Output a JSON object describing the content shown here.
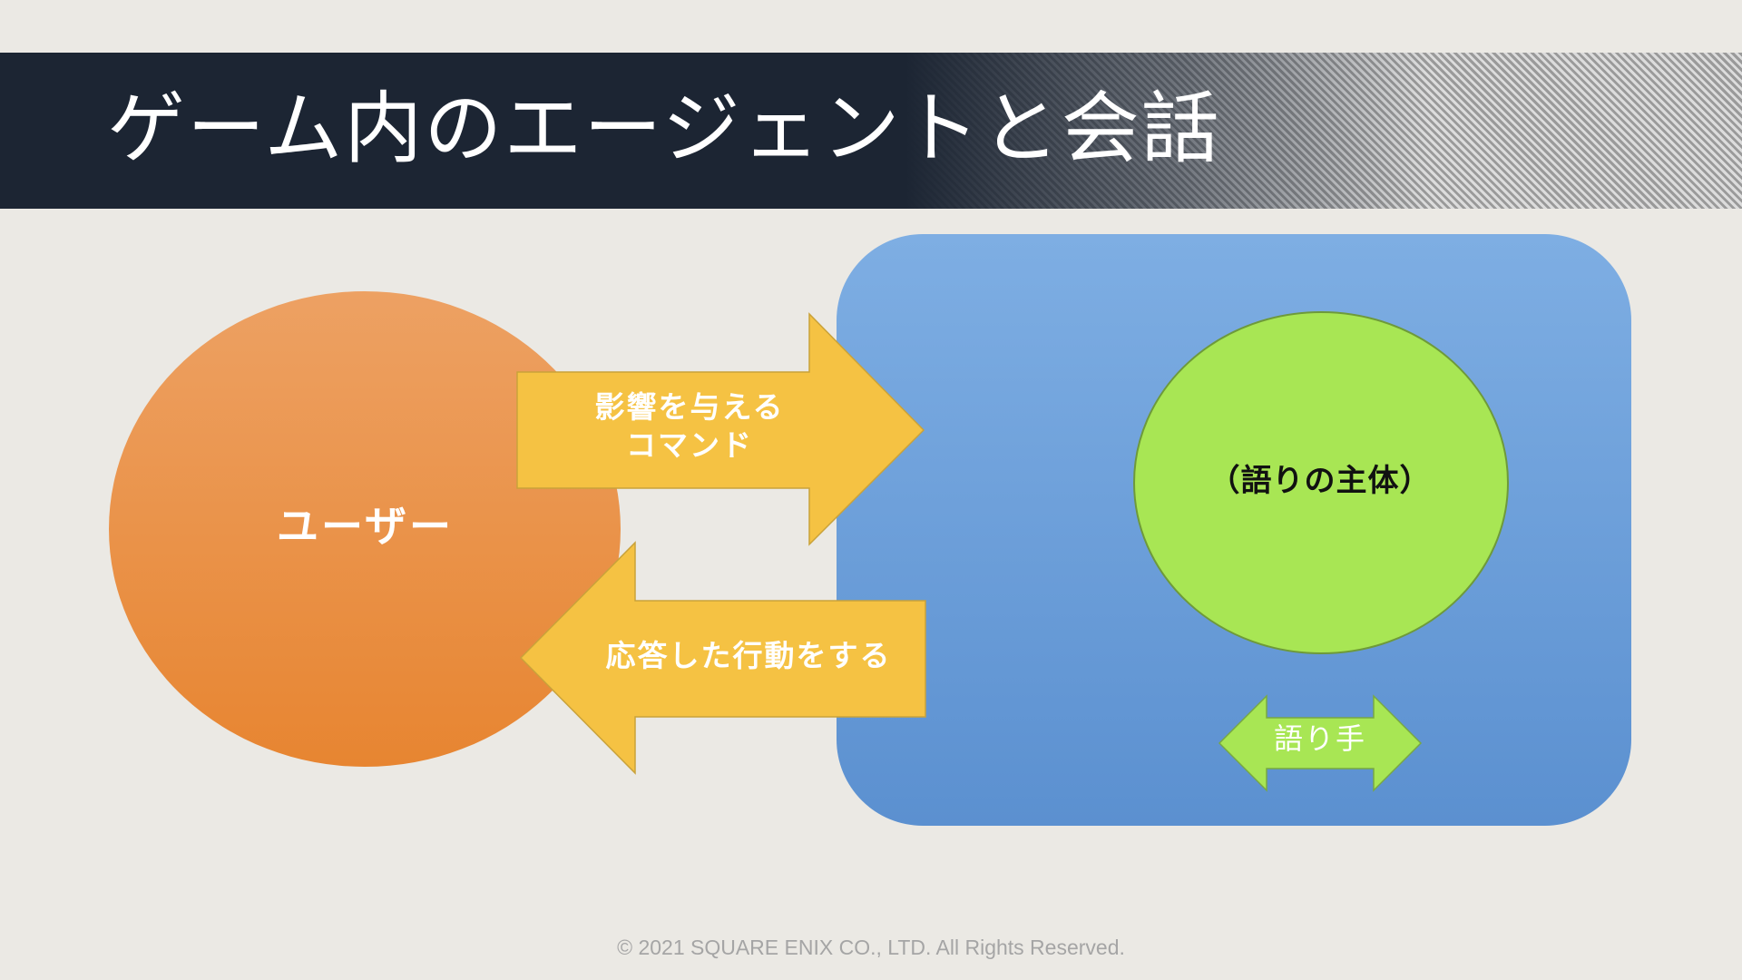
{
  "slide": {
    "title": "ゲーム内のエージェントと会話",
    "copyright": "© 2021 SQUARE ENIX CO., LTD. All Rights Reserved."
  },
  "diagram": {
    "user_label": "ユーザー",
    "command_arrow_line1": "影響を与える",
    "command_arrow_line2": "コマンド",
    "action_arrow_label": "応答した行動をする",
    "subject_label": "（語りの主体）",
    "narrator_label": "語り手"
  },
  "colors": {
    "title_bar": "#1c2533",
    "user_circle": "#ec8c3e",
    "arrows": "#f5c243",
    "agent_box": "#6699d6",
    "subject_circle": "#a8e654",
    "narrator_arrow": "#a8e654"
  }
}
